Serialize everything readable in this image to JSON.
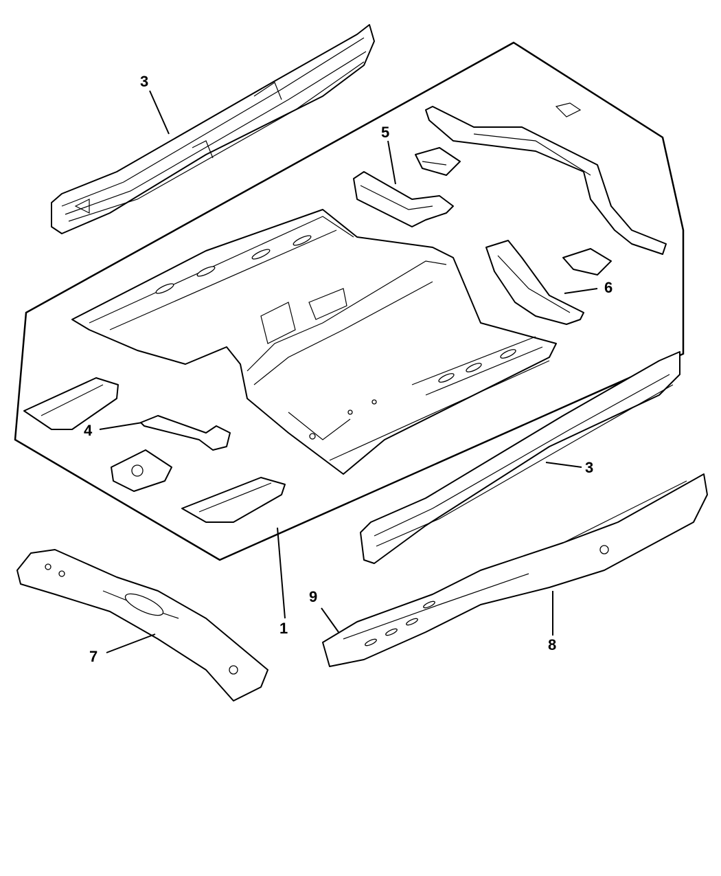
{
  "diagram": {
    "type": "exploded-parts-diagram",
    "callouts": [
      {
        "id": "c3a",
        "label": "3"
      },
      {
        "id": "c5",
        "label": "5"
      },
      {
        "id": "c6",
        "label": "6"
      },
      {
        "id": "c4",
        "label": "4"
      },
      {
        "id": "c3b",
        "label": "3"
      },
      {
        "id": "c9",
        "label": "9"
      },
      {
        "id": "c1",
        "label": "1"
      },
      {
        "id": "c7",
        "label": "7"
      },
      {
        "id": "c8",
        "label": "8"
      }
    ]
  }
}
